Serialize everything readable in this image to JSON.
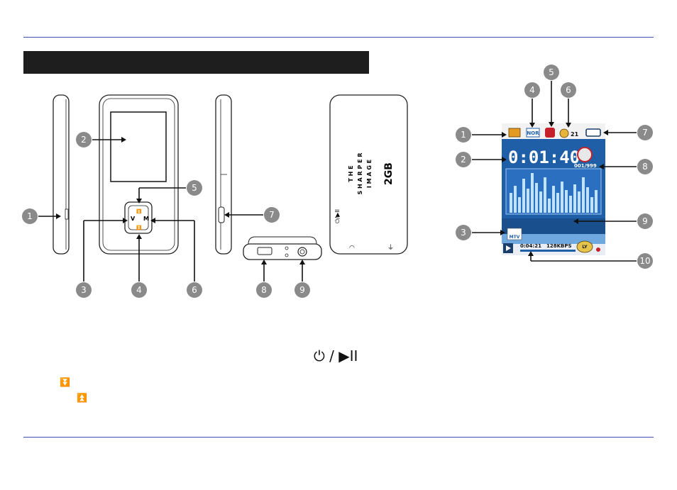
{
  "header": {
    "title": ""
  },
  "player": {
    "brand_lines": [
      "T H E",
      "S H A R P E R",
      "I M A G E"
    ],
    "capacity": "2GB",
    "nav_keys": {
      "left": "V",
      "right": "M",
      "up": "⏫",
      "down": "⏬"
    },
    "power_label": "⏻/▶II"
  },
  "screen": {
    "time": "0:01:40",
    "track_counter": "001/999",
    "volume": "21",
    "mode_label": "NOR",
    "elapsed": "0:04:21",
    "bitrate": "128KBPS",
    "lyric_label": "LY",
    "mtv_label": "MTV"
  },
  "callouts": {
    "left": [
      "1",
      "2",
      "3",
      "4",
      "5",
      "6",
      "7",
      "8",
      "9"
    ],
    "right": [
      "1",
      "2",
      "3",
      "4",
      "5",
      "6",
      "7",
      "8",
      "9",
      "10"
    ]
  },
  "controls": {
    "power_play": "⏻ / ▶II",
    "down_icon": "⏬",
    "up_icon": "⏫"
  },
  "colors": {
    "rule": "#3a4fb2",
    "title_bar": "#1e1e1e",
    "callout": "#8a8a8a",
    "screen_blue": "#1f5fa8"
  }
}
